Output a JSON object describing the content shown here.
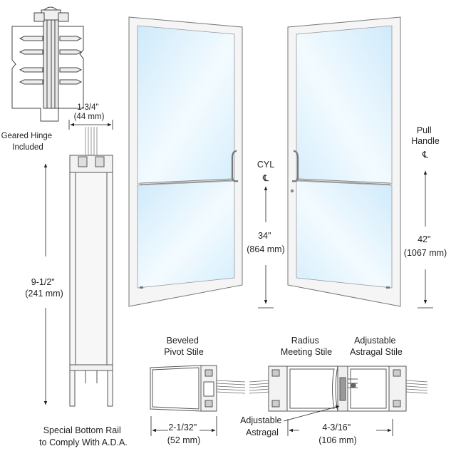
{
  "labels": {
    "geared_hinge": [
      "Geared Hinge",
      "Included"
    ],
    "hinge_width": [
      "1-3/4\"",
      "(44 mm)"
    ],
    "bottom_rail_height": [
      "9-1/2\"",
      "(241 mm)"
    ],
    "bottom_rail_note": [
      "Special Bottom Rail",
      "to Comply With A.D.A."
    ],
    "cyl": "CYL",
    "cyl_height": [
      "34\"",
      "(864 mm)"
    ],
    "pull_handle": [
      "Pull",
      "Handle"
    ],
    "pull_height": [
      "42\"",
      "(1067 mm)"
    ],
    "centerline": "℄",
    "beveled_pivot": [
      "Beveled",
      "Pivot Stile"
    ],
    "pivot_width": [
      "2-1/32\"",
      "(52 mm)"
    ],
    "radius_meeting": [
      "Radius",
      "Meeting Stile"
    ],
    "adjustable_astragal_stile": [
      "Adjustable",
      "Astragal Stile"
    ],
    "adjustable_astragal": [
      "Adjustable",
      "Astragal"
    ],
    "meeting_width": [
      "4-3/16\"",
      "(106 mm)"
    ]
  },
  "colors": {
    "frame": "#f4f4f4",
    "stroke": "#555555",
    "glass": "#dff2fc",
    "glass_light": "#f4fbff"
  }
}
